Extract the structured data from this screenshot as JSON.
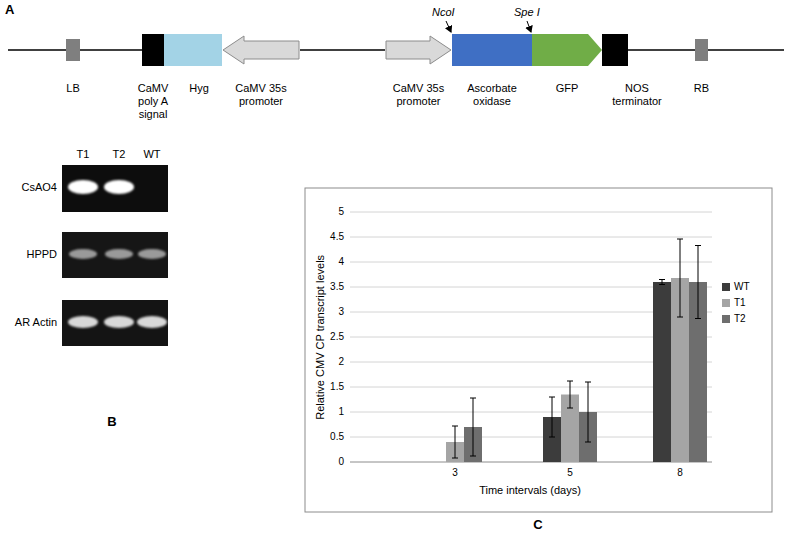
{
  "diagram": {
    "nodes": [
      {
        "text": [
          "LB"
        ]
      },
      {
        "text": [
          "CaMV poly A signal"
        ]
      },
      {
        "text": [
          "Hyg"
        ]
      },
      {
        "text": [
          "CaMV 35s promoter"
        ]
      },
      {
        "text": [
          "CaMV 35s promoter"
        ]
      },
      {
        "text": [
          "Ascorbate oxidase"
        ]
      },
      {
        "text": [
          "GFP"
        ]
      },
      {
        "text": [
          "NOS terminator"
        ]
      },
      {
        "text": [
          "RB"
        ]
      }
    ],
    "edges": [
      {
        "from": 0,
        "to": 1,
        "arrow": "none"
      },
      {
        "from": 3,
        "to": 4,
        "arrow": "none"
      },
      {
        "from": 7,
        "to": 8,
        "arrow": "none"
      }
    ],
    "labels": [
      "A",
      "NcoI",
      "Spe I",
      "T1",
      "T2",
      "WT",
      "CsAO4",
      "HPPD",
      "AR Actin",
      "B",
      "5",
      "4.5",
      "4",
      "3.5",
      "3",
      "2.5",
      "2",
      "1.5",
      "1",
      "0.5",
      "0",
      "3",
      "5",
      "8",
      "Relative CMV CP transcript levels",
      "Time intervals (days)",
      "C"
    ],
    "legend": [
      {
        "text": "WT",
        "color": "#3c3c3c"
      },
      {
        "text": "T1",
        "color": "#a5a5a5"
      },
      {
        "text": "T2",
        "color": "#6e6e6e"
      }
    ]
  }
}
